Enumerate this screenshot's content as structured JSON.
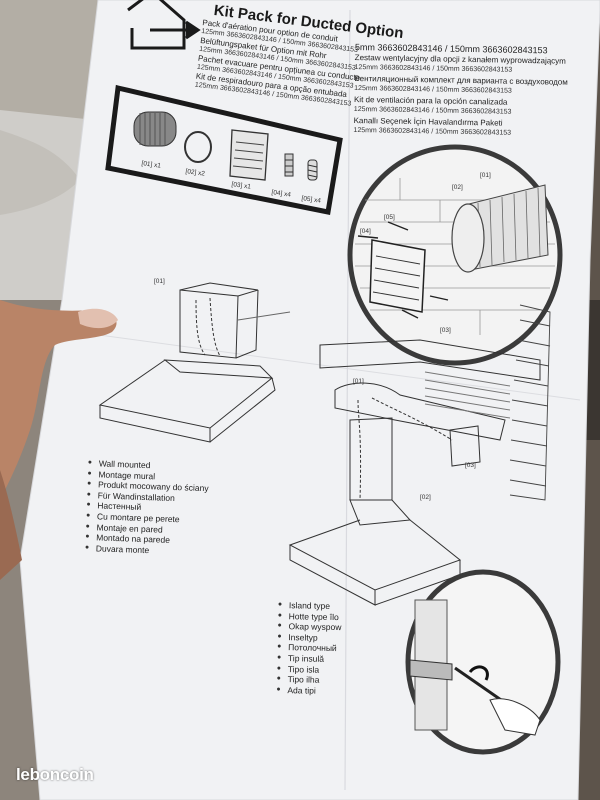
{
  "colors": {
    "background": "#8d857c",
    "paper": "#f1f2f4",
    "ink": "#222222",
    "hand": "#b98467"
  },
  "icons": [
    "house-arrow-icon",
    "language-bullet-icon"
  ],
  "title": "Kit Pack for Ducted Option",
  "header_languages": [
    {
      "code": "FR",
      "text": "Pack d'aération pour option de conduit"
    },
    {
      "code": "FR",
      "text": "125mm 3663602843146 / 150mm 3663602843153"
    },
    {
      "code": "DE",
      "text": "Belüftungspaket für Option mit Rohr"
    },
    {
      "code": "DE",
      "text": "125mm 3663602843146 / 150mm 3663602843153"
    },
    {
      "code": "RO",
      "text": "Pachet evacuare pentru opțiunea cu conducte"
    },
    {
      "code": "RO",
      "text": "125mm 3663602843146 / 150mm 3663602843153"
    },
    {
      "code": "PT",
      "text": "Kit de respiradouro para a opção entubada"
    },
    {
      "code": "PT",
      "text": "125mm 3663602843146 / 150mm 3663602843153"
    }
  ],
  "header_right": [
    {
      "text": "5mm 3663602843146 / 150mm 3663602843153"
    },
    {
      "text": "Zestaw wentylacyjny dla opcji z kanałem wyprowadzającym"
    },
    {
      "text": "125mm 3663602843146 / 150mm 3663602843153"
    },
    {
      "text": "Вентиляционный комплект для варианта с воздуховодом"
    },
    {
      "text": "125mm 3663602843146 / 150mm 3663602843153"
    },
    {
      "text": "Kit de ventilación para la opción canalizada"
    },
    {
      "text": "125mm 3663602843146 / 150mm 3663602843153"
    },
    {
      "text": "Kanallı Seçenek İçin Havalandırma Paketi"
    },
    {
      "text": "125mm 3663602843146 / 150mm 3663602843153"
    }
  ],
  "parts": [
    {
      "label": "[01] x1",
      "icon": "duct-hose-icon"
    },
    {
      "label": "[02] x2",
      "icon": "clamp-ring-icon"
    },
    {
      "label": "[03] x1",
      "icon": "vent-grille-icon"
    },
    {
      "label": "[04] x4",
      "icon": "wall-plug-icon"
    },
    {
      "label": "[05] x4",
      "icon": "screw-icon"
    }
  ],
  "callouts": {
    "c01": "[01]",
    "c02": "[02]",
    "c03": "[03]",
    "c04": "[04]",
    "c05": "[05]"
  },
  "wall_mounted_list": [
    "Wall mounted",
    "Montage mural",
    "Produkt mocowany do ściany",
    "Für Wandinstallation",
    "Настенный",
    "Cu montare pe perete",
    "Montaje en pared",
    "Montado na parede",
    "Duvara monte"
  ],
  "island_list": [
    "Island type",
    "Hotte type îlo",
    "Okap wyspow",
    "Inseltyp",
    "Потолочный",
    "Tip insulă",
    "Tipo isla",
    "Tipo ilha",
    "Ada tipi"
  ],
  "watermark": "leboncoin"
}
